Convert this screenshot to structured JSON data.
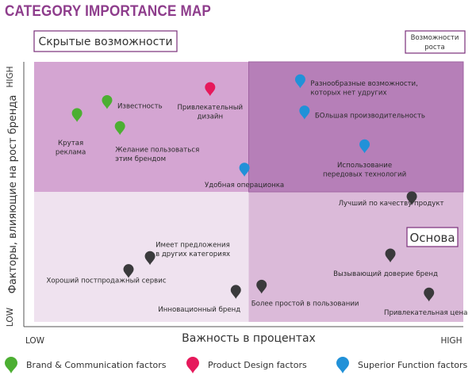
{
  "chart_data": {
    "type": "scatter",
    "title": "CATEGORY IMPORTANCE MAP",
    "xlabel": "Важность  в процентах",
    "ylabel": "Факторы, влияющие на рост бренда",
    "x_low_label": "LOW",
    "x_high_label": "HIGH",
    "y_low_label": "LOW",
    "y_high_label": "HIGH",
    "xlim": [
      0,
      100
    ],
    "ylim": [
      0,
      100
    ],
    "grid": false,
    "quadrants": [
      {
        "label": "Скрытые возможности",
        "position": "top-left",
        "color": "#d4a5d2"
      },
      {
        "label": "Возможности роста",
        "position": "top-right",
        "color": "#b67fb8"
      },
      {
        "label": "",
        "position": "bottom-left",
        "color": "#efe2ef"
      },
      {
        "label": "Основа",
        "position": "bottom-right",
        "color": "#dbbad9"
      }
    ],
    "legend_position": "bottom",
    "series": [
      {
        "name": "Brand & Communication factors",
        "color": "#4caf32",
        "points": [
          {
            "label": "Крутая реклама",
            "x": 10,
            "y": 79
          },
          {
            "label": "Известность",
            "x": 17,
            "y": 84
          },
          {
            "label": "Желание пользоваться этим брендом",
            "x": 20,
            "y": 74
          }
        ]
      },
      {
        "name": "Product Design factors",
        "color": "#e6195b",
        "points": [
          {
            "label": "Привлекательный дизайн",
            "x": 41,
            "y": 89
          }
        ]
      },
      {
        "name": "Superior Function factors",
        "color": "#2191d8",
        "points": [
          {
            "label": "Разнообразные возможности, которых нет удругих",
            "x": 62,
            "y": 92
          },
          {
            "label": "БОльшая производительность",
            "x": 63,
            "y": 80
          },
          {
            "label": "Использование передовых технологий",
            "x": 77,
            "y": 67
          },
          {
            "label": "Удобная операционка",
            "x": 49,
            "y": 58
          }
        ]
      },
      {
        "name": "",
        "color": "#3a3a3c",
        "points": [
          {
            "label": "Лучший по качеству продукт",
            "x": 88,
            "y": 47
          },
          {
            "label": "Имеет предложения в других категориях",
            "x": 27,
            "y": 24
          },
          {
            "label": "Хороший постпродажный сервис",
            "x": 22,
            "y": 19
          },
          {
            "label": "Вызывающий доверие бренд",
            "x": 83,
            "y": 25
          },
          {
            "label": "Инновационный бренд",
            "x": 47,
            "y": 11
          },
          {
            "label": "Более простой в пользовании",
            "x": 53,
            "y": 13
          },
          {
            "label": "Привлекательная цена",
            "x": 92,
            "y": 10
          }
        ]
      }
    ]
  }
}
